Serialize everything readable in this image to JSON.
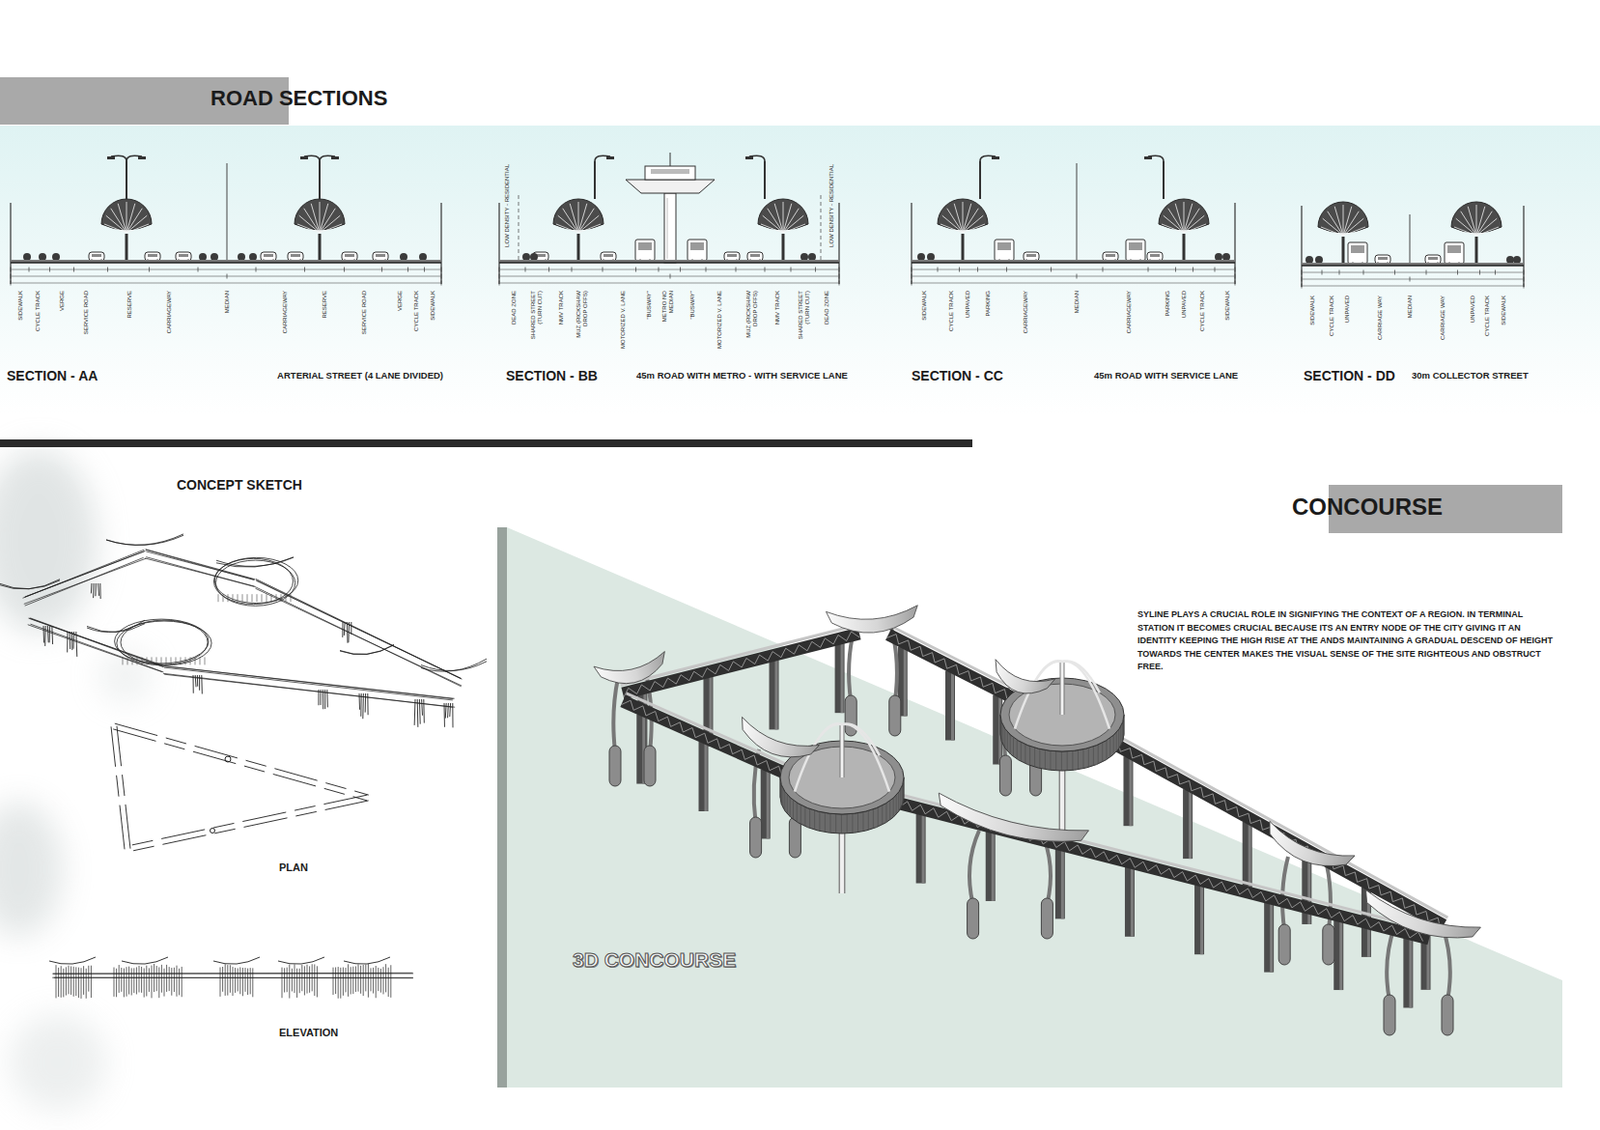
{
  "diagram": {
    "labels": [
      "ROAD SECTIONS",
      "SECTION - AA",
      "ARTERIAL STREET (4 LANE DIVIDED)",
      "SECTION - BB",
      "45m ROAD WITH METRO - WITH SERVICE LANE",
      "SECTION - CC",
      "45m ROAD WITH SERVICE LANE",
      "SECTION - DD",
      "30m COLLECTOR STREET",
      "SIDEWALK",
      "CYCLE TRACK",
      "VERGE",
      "SERVICE ROAD",
      "RESERVE",
      "CARRIAGEWAY",
      "MEDIAN",
      "CARRIAGEWAY",
      "RESERVE",
      "SERVICE ROAD",
      "VERGE",
      "CYCLE TRACK",
      "SIDEWALK",
      "DEAD ZONE",
      "SHARED STREET (TURN CUT)",
      "NMV TRACK",
      "MUZ (RICKSHAW DROP OFFS)",
      "MOTORIZED V. LANE",
      "\"BUSWAY\"",
      "METRO NO MEDIAN",
      "\"BUSWAY\"",
      "MOTORIZED V. LANE",
      "MUZ (RICKSHAW DROP OFFS)",
      "NMV TRACK",
      "SHARED STREET (TURN CUT)",
      "DEAD ZONE",
      "LOW DENSITY - RESIDENTIAL",
      "LOW DENSITY - RESIDENTIAL",
      "SIDEWALK",
      "CYCLE TRACK",
      "UNPAVED",
      "PARKING",
      "CARRIAGEWAY",
      "MEDIAN",
      "CARRIAGEWAY",
      "PARKING",
      "UNPAVED",
      "CYCLE TRACK",
      "SIDEWALK",
      "SIDEWALK",
      "CYCLE TRACK",
      "UNPAVED",
      "CARRIAGE WAY",
      "MEDIAN",
      "CARRIAGE WAY",
      "UNPAVED",
      "CYCLE TRACK",
      "SIDEWALK",
      "CONCEPT SKETCH",
      "PLAN",
      "ELEVATION",
      "CONCOURSE",
      "SYLINE PLAYS A CRUCIAL ROLE IN SIGNIFYING THE CONTEXT OF A REGION. IN TERMINAL STATION IT BECOMES CRUCIAL BECAUSE ITS AN ENTRY NODE OF THE CITY GIVING IT AN IDENTITY KEEPING THE HIGH RISE AT THE ANDS MAINTAINING A GRADUAL DESCEND OF HEIGHT TOWARDS THE CENTER MAKES THE VISUAL SENSE OF THE SITE RIGHTEOUS AND OBSTRUCT FREE.",
      "3D CONCOURSE"
    ]
  }
}
